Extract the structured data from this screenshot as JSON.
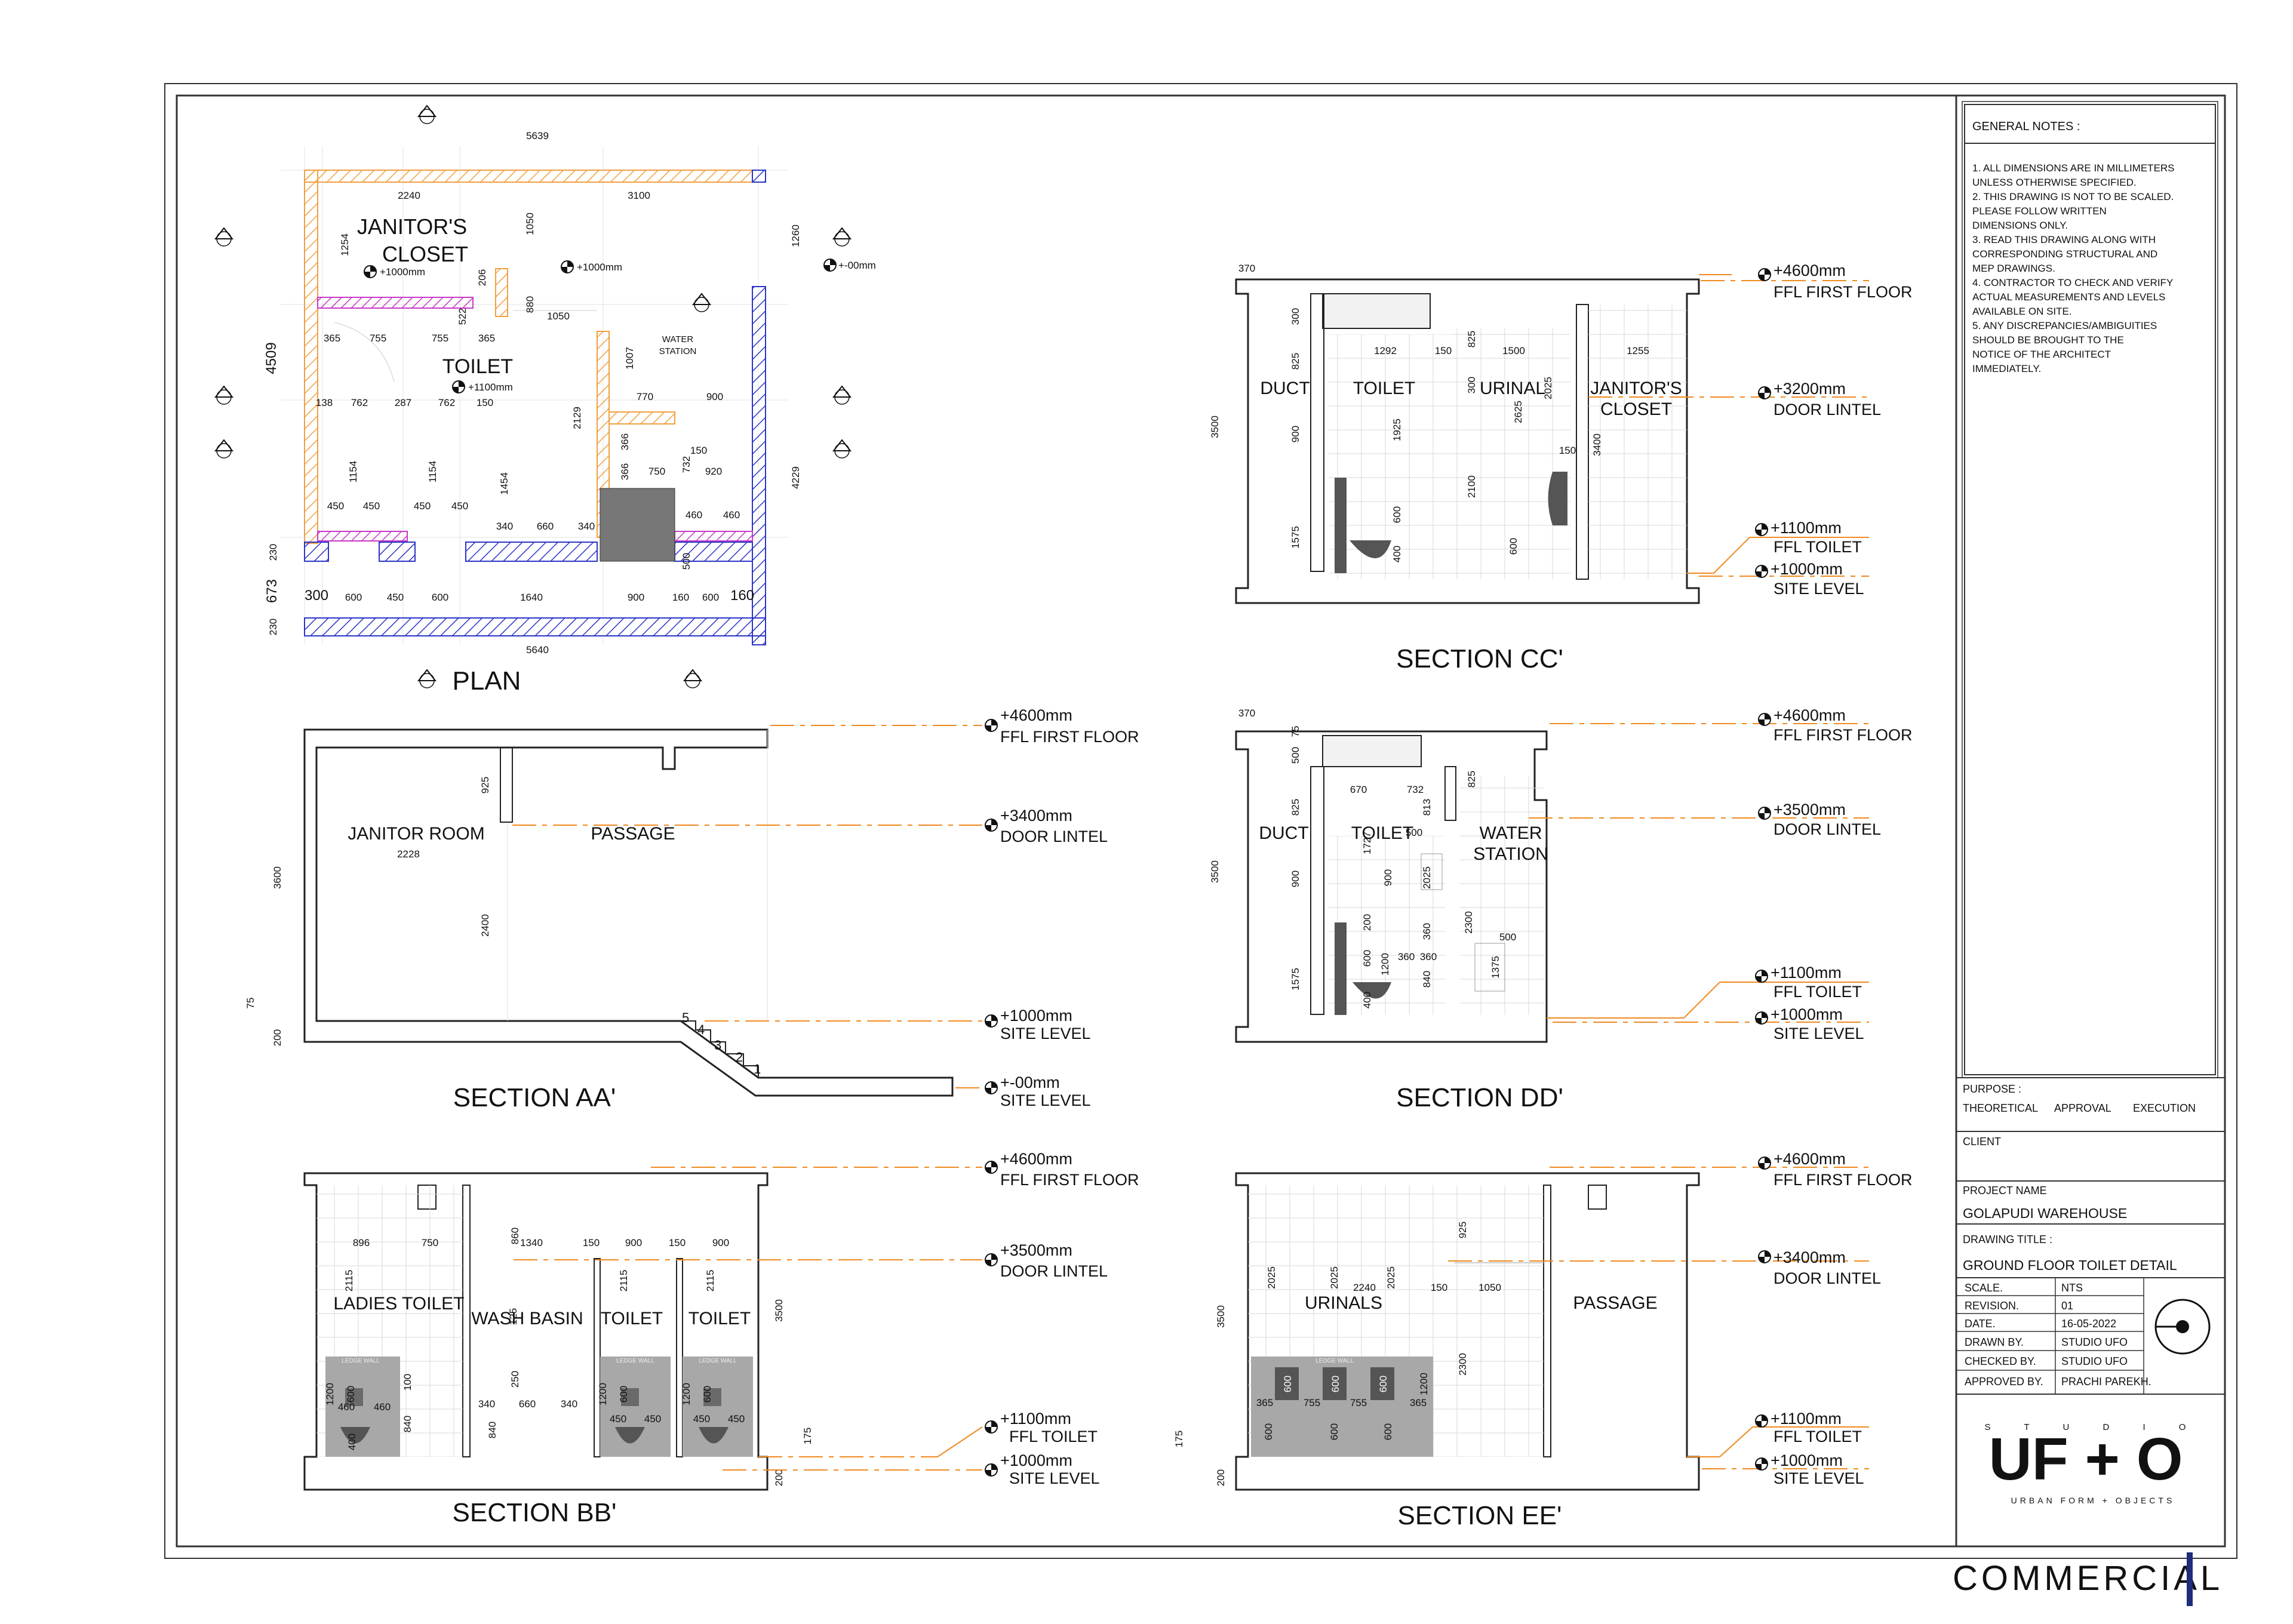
{
  "colors": {
    "orange": "#f0a040",
    "blue": "#2b35c8",
    "magenta": "#c838c8",
    "level_line": "#f08a20",
    "grey_fixture": "#888888"
  },
  "plan": {
    "title": "PLAN",
    "rooms": {
      "janitor_1": "JANITOR'S",
      "janitor_2": "CLOSET",
      "toilet": "TOILET",
      "water_1": "WATER",
      "water_2": "STATION"
    },
    "levels": {
      "janitor": "+1000mm",
      "toilet": "+1100mm",
      "passage": "+1000mm",
      "outside": "+-00mm"
    },
    "dims": {
      "top_overall": "5639",
      "top_left": "2240",
      "top_right": "3100",
      "janitor_h": "1254",
      "janitor_w2": "1050",
      "left_overall": "4509",
      "right_upper": "1260",
      "t206": "206",
      "t880": "880",
      "t1050b": "1050",
      "t522": "522",
      "t1007": "1007",
      "r1_a": "365",
      "r1_b": "755",
      "r1_c": "755",
      "r1_d": "365",
      "r2_a": "138",
      "r2_b": "762",
      "r2_c": "287",
      "r2_d": "762",
      "r2_e": "150",
      "t2129": "2129",
      "t770": "770",
      "t900": "900",
      "t366a": "366",
      "t366b": "366",
      "t750": "750",
      "t732": "732",
      "t920": "920",
      "t150": "150",
      "right_lower": "4229",
      "t1154a": "1154",
      "t1154b": "1154",
      "t1454": "1454",
      "r3_a": "450",
      "r3_b": "450",
      "r3_c": "450",
      "r3_d": "450",
      "r4_a": "340",
      "r4_b": "660",
      "r4_c": "340",
      "t460a": "460",
      "t460b": "460",
      "left_230a": "230",
      "left_673": "673",
      "left_230b": "230",
      "t500": "500",
      "b_300": "300",
      "b_600a": "600",
      "b_450": "450",
      "b_600b": "600",
      "b_1640": "1640",
      "b_900": "900",
      "b_160a": "160",
      "b_600c": "600",
      "b_160b": "160",
      "bottom_overall": "5640"
    }
  },
  "section_aa": {
    "title": "SECTION AA'",
    "rooms": {
      "janitor": "JANITOR ROOM",
      "passage": "PASSAGE"
    },
    "dims": {
      "d2228": "2228",
      "d925": "925",
      "d3600": "3600",
      "d2400": "2400",
      "d75": "75",
      "d200": "200"
    },
    "steps": [
      "5",
      "4",
      "3",
      "2",
      "1"
    ],
    "levels": [
      {
        "value": "+4600mm",
        "label": "FFL FIRST FLOOR"
      },
      {
        "value": "+3400mm",
        "label": "DOOR LINTEL"
      },
      {
        "value": "+1000mm",
        "label": "SITE LEVEL"
      },
      {
        "value": "+-00mm",
        "label": "SITE LEVEL"
      }
    ]
  },
  "section_bb": {
    "title": "SECTION BB'",
    "rooms": {
      "ladies": "LADIES TOILET",
      "wash": "WASH BASIN",
      "toilet1": "TOILET",
      "toilet2": "TOILET"
    },
    "ledge": [
      "LEDGE WALL",
      "LEDGE WALL",
      "LEDGE WALL"
    ],
    "dims": {
      "d896": "896",
      "d750": "750",
      "d860": "860",
      "d1340": "1340",
      "d150a": "150",
      "d900a": "900",
      "d150b": "150",
      "d900b": "900",
      "d2115a": "2115",
      "d2115b": "2115",
      "d2115c": "2115",
      "d3500": "3500",
      "d1200a": "1200",
      "d600a": "600",
      "d100": "100",
      "d460a": "460",
      "d460b": "460",
      "d400": "400",
      "d840a": "840",
      "d125": "125",
      "d250": "250",
      "d340a": "340",
      "d660": "660",
      "d340b": "340",
      "d840b": "840",
      "d1200b": "1200",
      "d600b": "600",
      "d1200c": "1200",
      "d600c": "600",
      "d450a": "450",
      "d450b": "450",
      "d450c": "450",
      "d450d": "450",
      "d175": "175",
      "d200": "200"
    },
    "levels": [
      {
        "value": "+4600mm",
        "label": "FFL FIRST FLOOR"
      },
      {
        "value": "+3500mm",
        "label": "DOOR LINTEL"
      },
      {
        "value": "+1100mm",
        "label": "FFL TOILET"
      },
      {
        "value": "+1000mm",
        "label": "SITE LEVEL"
      }
    ]
  },
  "section_cc": {
    "title": "SECTION CC'",
    "rooms": {
      "duct": "DUCT",
      "toilet": "TOILET",
      "urinal": "URINAL",
      "janitor_1": "JANITOR'S",
      "janitor_2": "CLOSET"
    },
    "dims": {
      "d370": "370",
      "d300a": "300",
      "d825a": "825",
      "d3500": "3500",
      "d900": "900",
      "d1575": "1575",
      "d1292": "1292",
      "d150a": "150",
      "d825b": "825",
      "d1500": "1500",
      "d1255": "1255",
      "d300b": "300",
      "d2025": "2025",
      "d2625": "2625",
      "d1925": "1925",
      "d3400": "3400",
      "d150b": "150",
      "d2100": "2100",
      "d600a": "600",
      "d400": "400",
      "d600b": "600"
    },
    "levels": [
      {
        "value": "+4600mm",
        "label": "FFL FIRST FLOOR"
      },
      {
        "value": "+3200mm",
        "label": "DOOR LINTEL"
      },
      {
        "value": "+1100mm",
        "label": "FFL TOILET"
      },
      {
        "value": "+1000mm",
        "label": "SITE LEVEL"
      }
    ]
  },
  "section_dd": {
    "title": "SECTION DD'",
    "rooms": {
      "duct": "DUCT",
      "toilet": "TOILET",
      "water_1": "WATER",
      "water_2": "STATION"
    },
    "dims": {
      "d370": "370",
      "d500a": "500",
      "d75": "75",
      "d825a": "825",
      "d3500": "3500",
      "d900a": "900",
      "d1575": "1575",
      "d670": "670",
      "d732": "732",
      "d813": "813",
      "d825b": "825",
      "d1727": "1727",
      "d500b": "500",
      "d900b": "900",
      "d2025": "2025",
      "d200": "200",
      "d600": "600",
      "d1200": "1200",
      "d360a": "360",
      "d360b": "360",
      "d360c": "360",
      "d400": "400",
      "d840": "840",
      "d2300": "2300",
      "d500c": "500",
      "d1375": "1375"
    },
    "levels": [
      {
        "value": "+4600mm",
        "label": "FFL FIRST FLOOR"
      },
      {
        "value": "+3500mm",
        "label": "DOOR LINTEL"
      },
      {
        "value": "+1100mm",
        "label": "FFL TOILET"
      },
      {
        "value": "+1000mm",
        "label": "SITE LEVEL"
      }
    ]
  },
  "section_ee": {
    "title": "SECTION EE'",
    "rooms": {
      "urinals": "URINALS",
      "passage": "PASSAGE"
    },
    "ledge": [
      "LEDGE WALL"
    ],
    "dims": {
      "d925": "925",
      "d2025a": "2025",
      "d2025b": "2025",
      "d2240": "2240",
      "d2025c": "2025",
      "d150": "150",
      "d1050": "1050",
      "d3500": "3500",
      "d2300": "2300",
      "d600a": "600",
      "d600b": "600",
      "d600c": "600",
      "d1200": "1200",
      "d365a": "365",
      "d755a": "755",
      "d755b": "755",
      "d365b": "365",
      "d600d": "600",
      "d600e": "600",
      "d600f": "600",
      "d175": "175",
      "d200": "200"
    },
    "levels": [
      {
        "value": "+4600mm",
        "label": "FFL FIRST FLOOR"
      },
      {
        "value": "+3400mm",
        "label": "DOOR LINTEL"
      },
      {
        "value": "+1100mm",
        "label": "FFL TOILET"
      },
      {
        "value": "+1000mm",
        "label": "SITE LEVEL"
      }
    ]
  },
  "notes": {
    "heading": "GENERAL NOTES :",
    "lines": [
      "1.  ALL DIMENSIONS ARE IN MILLIMETERS",
      "     UNLESS OTHERWISE SPECIFIED.",
      "2. THIS DRAWING IS NOT TO BE SCALED.",
      "     PLEASE FOLLOW  WRITTEN",
      "     DIMENSIONS ONLY.",
      "3. READ THIS DRAWING ALONG WITH",
      "     CORRESPONDING STRUCTURAL AND",
      "     MEP DRAWINGS.",
      "4. CONTRACTOR TO CHECK AND VERIFY",
      "     ACTUAL MEASUREMENTS AND LEVELS",
      "     AVAILABLE ON SITE.",
      "5. ANY DISCREPANCIES/AMBIGUITIES",
      "     SHOULD BE BROUGHT TO THE",
      "     NOTICE  OF THE ARCHITECT",
      "     IMMEDIATELY."
    ]
  },
  "title_block": {
    "purpose_label": "PURPOSE :",
    "purpose_options": [
      "THEORETICAL",
      "APPROVAL",
      "EXECUTION"
    ],
    "client_label": "CLIENT",
    "project_label": "PROJECT NAME",
    "project_name": "GOLAPUDI WAREHOUSE",
    "drawing_title_label": "DRAWING TITLE :",
    "drawing_title": "GROUND FLOOR TOILET DETAIL",
    "rows": [
      {
        "key": "SCALE.",
        "value": "NTS"
      },
      {
        "key": "REVISION.",
        "value": "01"
      },
      {
        "key": "DATE.",
        "value": "16-05-2022"
      },
      {
        "key": "DRAWN BY.",
        "value": "STUDIO UFO"
      },
      {
        "key": "CHECKED BY.",
        "value": "STUDIO UFO"
      },
      {
        "key": "APPROVED BY.",
        "value": "PRACHI PAREKH."
      }
    ],
    "logo_top": "S T U D I O",
    "logo_main": "UF + O",
    "logo_bottom": "URBAN  FORM   +   OBJECTS"
  },
  "footer": {
    "category": "COMMERCIAL"
  }
}
